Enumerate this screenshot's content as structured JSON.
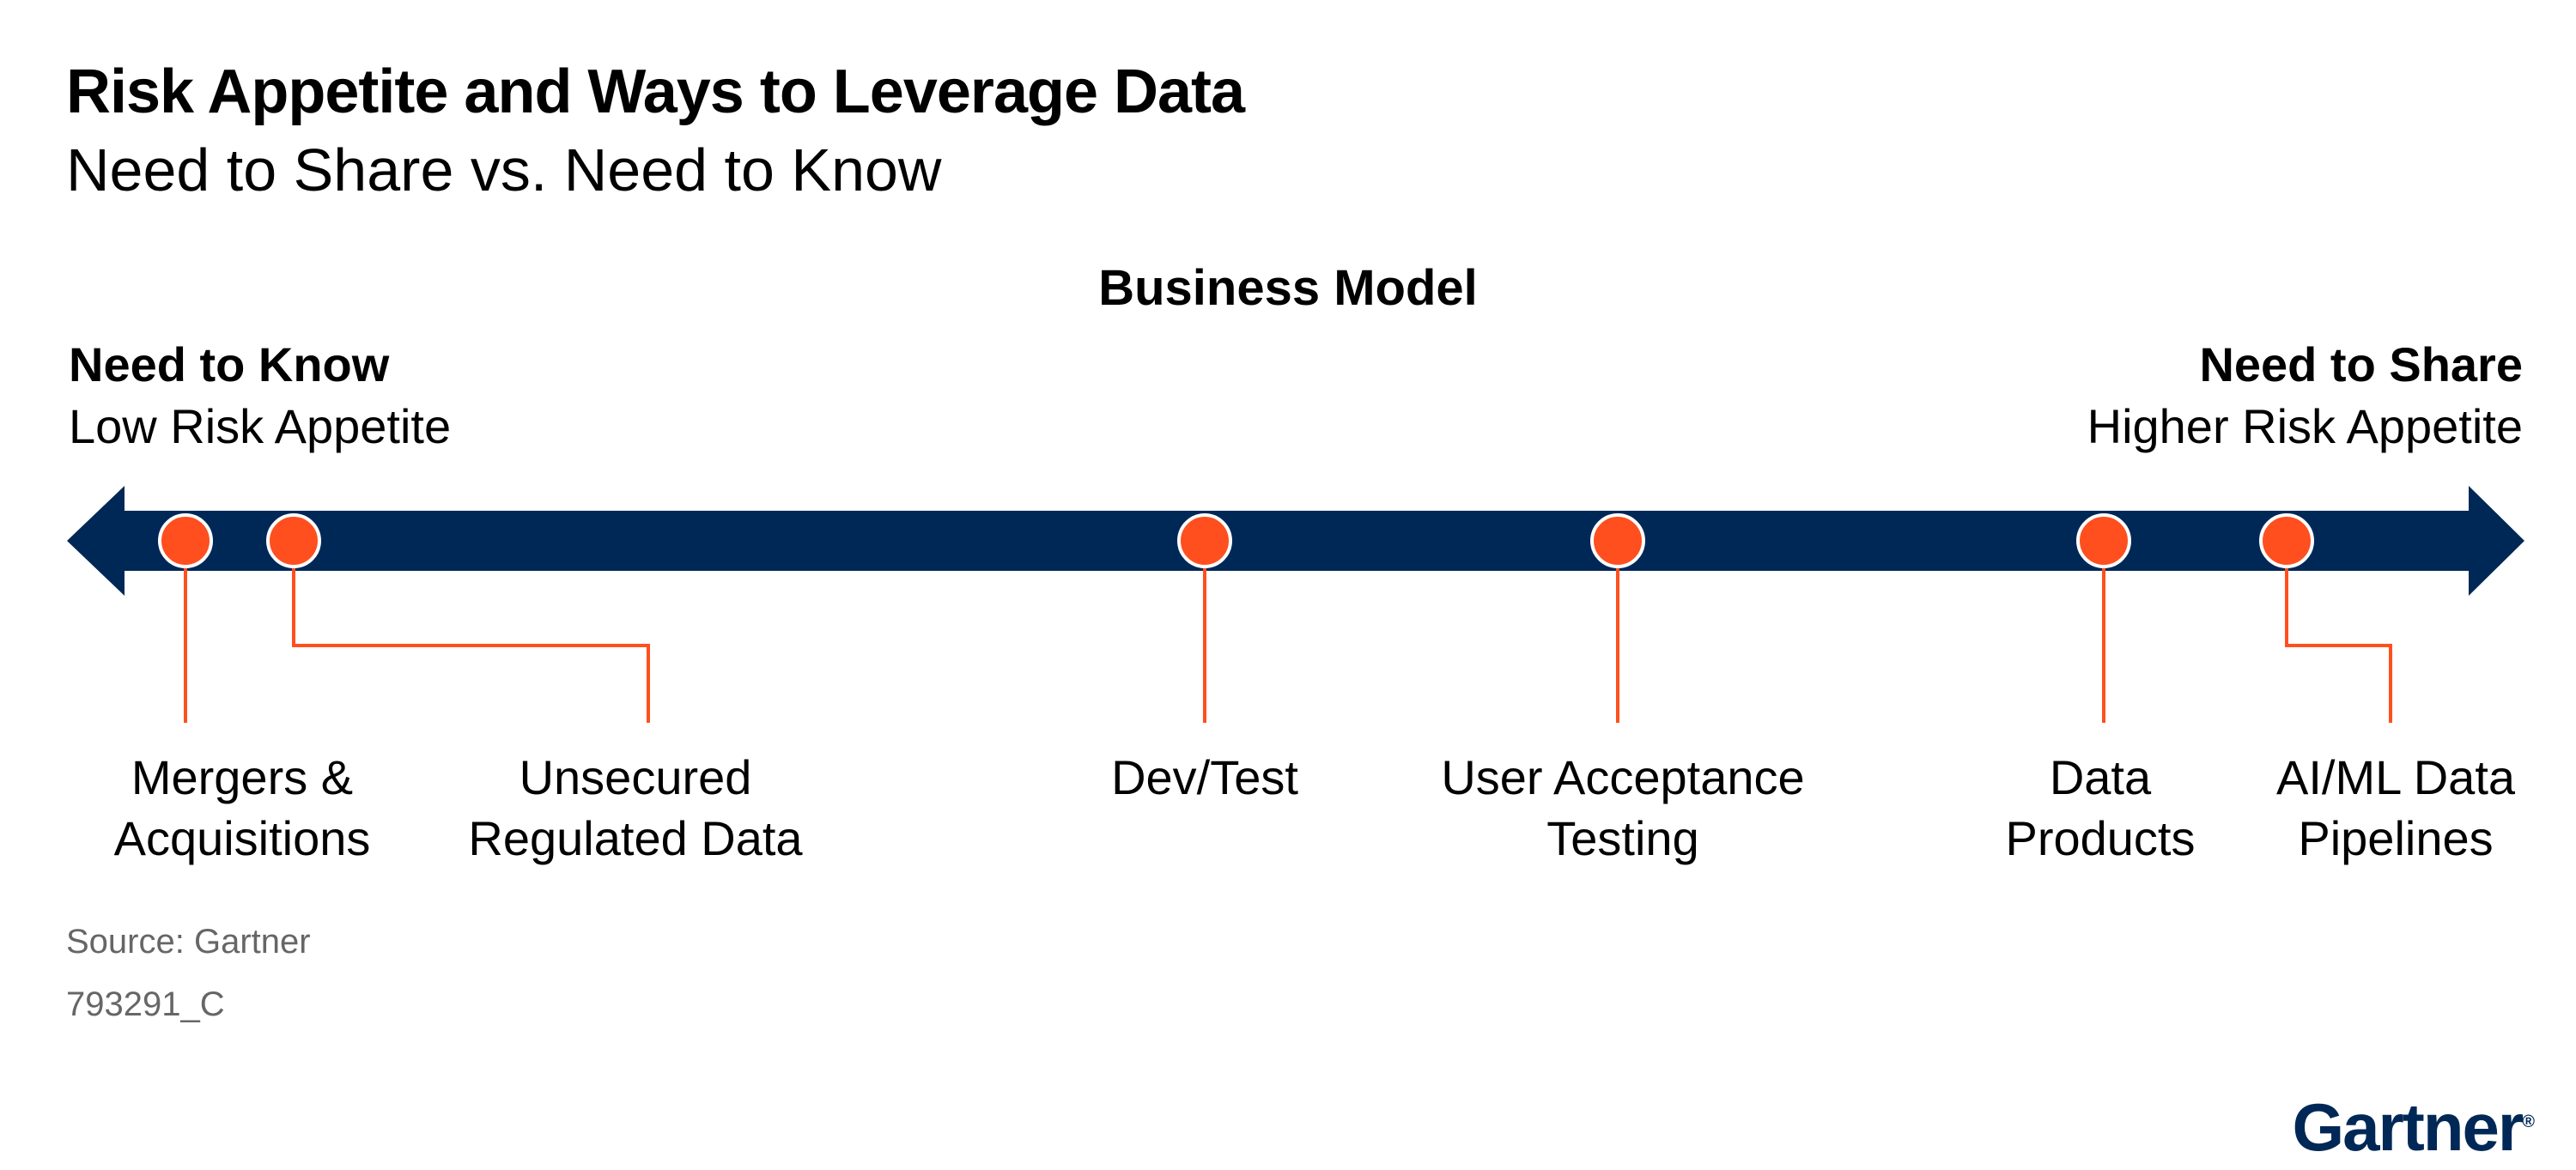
{
  "header": {
    "title": "Risk Appetite and Ways to Leverage Data",
    "subtitle": "Need to Share vs. Need to Know"
  },
  "axis": {
    "center_label": "Business Model",
    "left": {
      "title": "Need to Know",
      "subtitle": "Low Risk Appetite"
    },
    "right": {
      "title": "Need to Share",
      "subtitle": "Higher Risk Appetite"
    }
  },
  "markers": [
    {
      "line1": "Mergers &",
      "line2": "Acquisitions"
    },
    {
      "line1": "Unsecured",
      "line2": "Regulated Data"
    },
    {
      "line1": "Dev/Test",
      "line2": ""
    },
    {
      "line1": "User Acceptance",
      "line2": "Testing"
    },
    {
      "line1": "Data",
      "line2": "Products"
    },
    {
      "line1": "AI/ML Data",
      "line2": "Pipelines"
    }
  ],
  "footer": {
    "source": "Source: Gartner",
    "code": "793291_C"
  },
  "logo": {
    "text": "Gartner"
  },
  "colors": {
    "arrow": "#002856",
    "marker": "#FF4F1F",
    "connector": "#FF4F1F"
  }
}
